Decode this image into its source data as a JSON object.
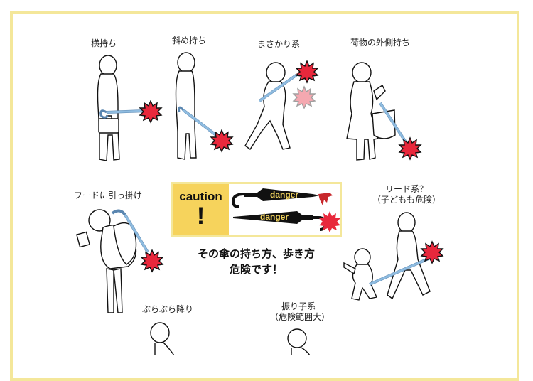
{
  "colors": {
    "frame_border": "#f4e79a",
    "caution_yellow": "#f6d35c",
    "umbrella_blue": "#8fbce0",
    "danger_red": "#e8283c",
    "danger_pink": "#f4b3b8",
    "umbrella_black": "#111111",
    "danger_text_yellow": "#f2d45e",
    "drip_red": "#c8282c"
  },
  "illustrations": [
    {
      "id": "yoko-mochi",
      "label": "横持ち"
    },
    {
      "id": "naname-mochi",
      "label": "斜め持ち"
    },
    {
      "id": "masakari",
      "label": "まさかり系"
    },
    {
      "id": "nimotsu-sotogawa",
      "label": "荷物の外側持ち"
    },
    {
      "id": "hood-hikkake",
      "label": "フードに引っ掛け"
    },
    {
      "id": "lead",
      "label_line1": "リード系？",
      "label_line2": "（子どもも危険）"
    },
    {
      "id": "burabura",
      "label": "ぶらぶら降り"
    },
    {
      "id": "furiko",
      "label_line1": "振り子系",
      "label_line2": "（危険範囲大）"
    }
  ],
  "caution": {
    "word": "caution",
    "mark": "!",
    "umbrella_text_1": "danger",
    "umbrella_text_2": "danger"
  },
  "headline": {
    "line1": "その傘の持ち方、歩き方",
    "line2": "危険です！"
  }
}
